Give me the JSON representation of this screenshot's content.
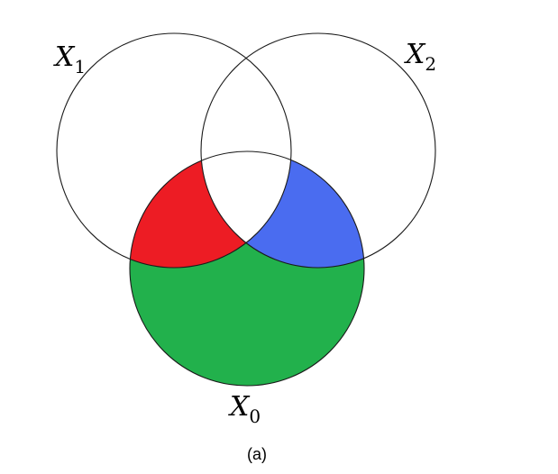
{
  "diagram": {
    "sets": [
      {
        "name": "X",
        "subscript": "1"
      },
      {
        "name": "X",
        "subscript": "2"
      },
      {
        "name": "X",
        "subscript": "0"
      }
    ],
    "regions": {
      "x0_x1_only_color": "#ed1c24",
      "x0_x2_only_color": "#4a6cf0",
      "x0_only_color": "#22b14c"
    },
    "caption": "(a)"
  }
}
